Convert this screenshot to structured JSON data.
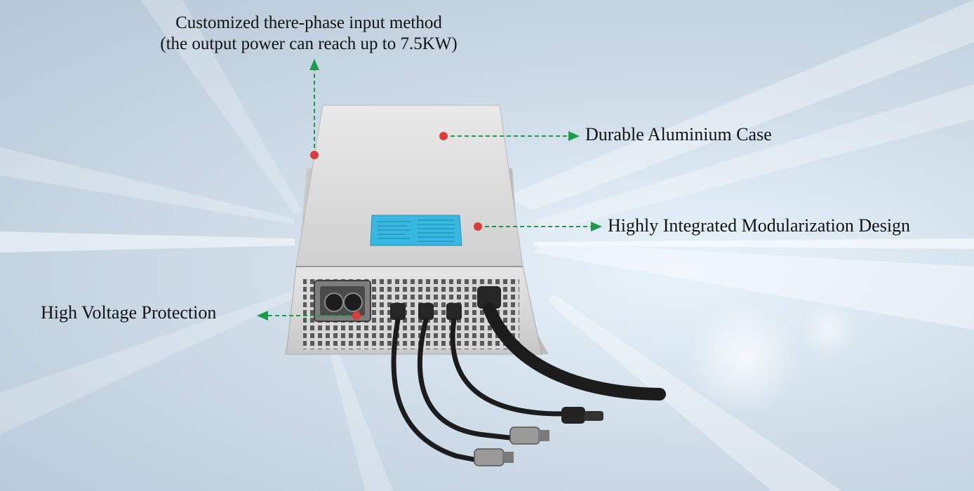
{
  "callouts": {
    "three_phase_line1": "Customized there-phase input method",
    "three_phase_line2": "(the output power can reach up to 7.5KW)",
    "case": "Durable Aluminium Case",
    "modularization": "Highly Integrated Modularization Design",
    "protection": "High Voltage Protection"
  },
  "colors": {
    "accent_arrow": "#1e9a4c",
    "marker_dot": "#e03b3b",
    "case_body": "#dcdcdc",
    "label_sticker": "#36b8e2",
    "cable": "#1c1c1c"
  }
}
